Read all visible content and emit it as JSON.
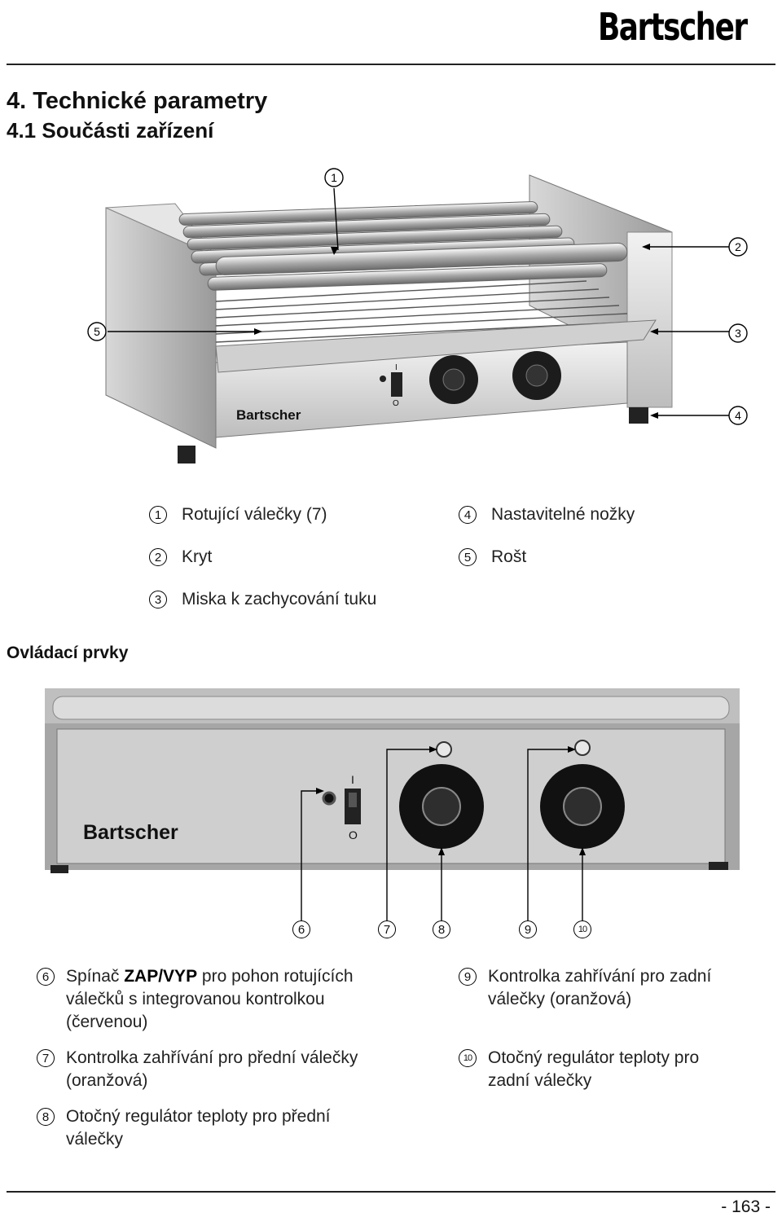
{
  "header": {
    "brand": "Bartscher",
    "title": "4. Technické parametry",
    "subtitle": "4.1 Součásti zařízení"
  },
  "figure1": {
    "callouts": [
      "1",
      "2",
      "3",
      "4",
      "5"
    ],
    "panel_brand": "Bartscher",
    "switch_on": "I",
    "switch_off": "O"
  },
  "legend": [
    {
      "num": "1",
      "text": "Rotující válečky (7)"
    },
    {
      "num": "2",
      "text": "Kryt"
    },
    {
      "num": "3",
      "text": "Miska k zachycování tuku"
    },
    {
      "num": "4",
      "text": "Nastavitelné nožky"
    },
    {
      "num": "5",
      "text": "Rošt"
    }
  ],
  "controls": {
    "heading": "Ovládací prvky",
    "panel_brand": "Bartscher",
    "switch_on": "I",
    "switch_off": "O",
    "callouts": [
      "6",
      "7",
      "8",
      "9",
      "10"
    ],
    "items": [
      {
        "num": "6",
        "prefix": "Spínač ",
        "bold": "ZAP/VYP",
        "text": " pro pohon rotujících válečků s integrovanou kontrolkou (červenou)"
      },
      {
        "num": "7",
        "prefix": "",
        "bold": "",
        "text": "Kontrolka zahřívání pro přední válečky (oranžová)"
      },
      {
        "num": "8",
        "prefix": "",
        "bold": "",
        "text": "Otočný regulátor teploty pro přední válečky"
      },
      {
        "num": "9",
        "prefix": "",
        "bold": "",
        "text": "Kontrolka zahřívání pro zadní válečky (oranžová)"
      },
      {
        "num": "10",
        "prefix": "",
        "bold": "",
        "text": "Otočný regulátor teploty pro zadní válečky"
      }
    ]
  },
  "footer": {
    "page": "- 163 -"
  }
}
